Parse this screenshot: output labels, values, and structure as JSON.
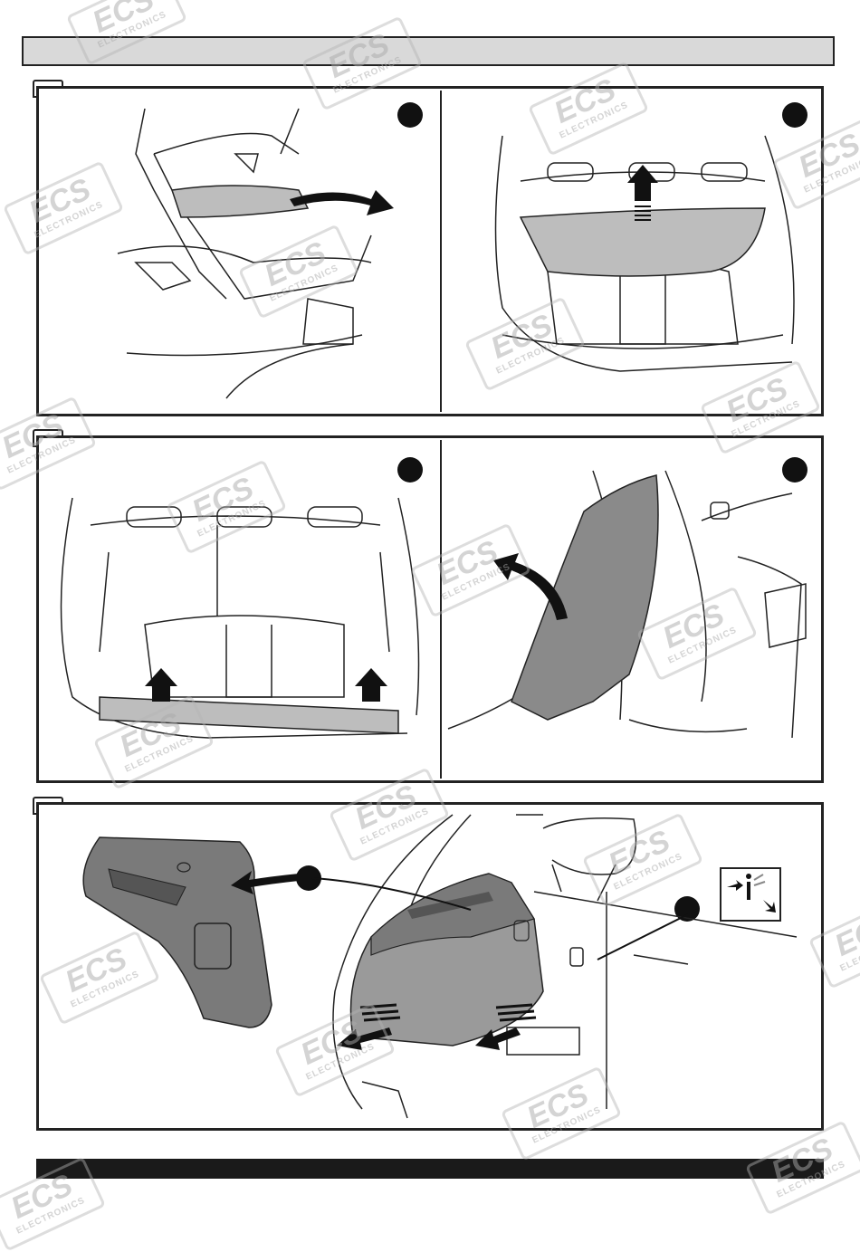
{
  "document": {
    "header_bar": "",
    "footer_bar": ""
  },
  "watermark": {
    "logo_text": "ECS",
    "logo_subtext": "ELECTRONICS"
  },
  "steps": [
    {
      "id": "section-1",
      "panels": [
        "rear-hatch-open-remove-parcel-shelf",
        "lift-parcel-shelf-out"
      ]
    },
    {
      "id": "section-2",
      "panels": [
        "lift-boot-sill-trim",
        "remove-side-pillar-trim"
      ]
    },
    {
      "id": "section-3",
      "panels": [
        "remove-side-boot-panel"
      ]
    }
  ],
  "icons": [
    "arrow-icon",
    "step-dot-icon",
    "clip-release-icon",
    "ecs-watermark-logo"
  ],
  "colors": {
    "line": "#222222",
    "highlight": "#bdbdbd",
    "dark": "#111111",
    "panel": "#7a7a7a"
  }
}
